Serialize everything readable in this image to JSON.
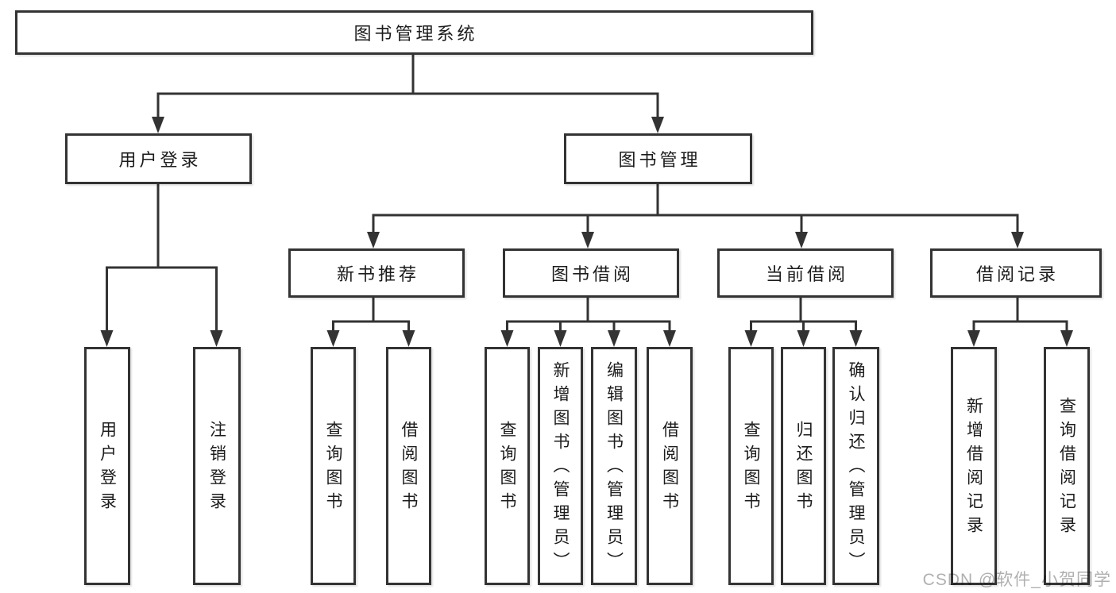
{
  "tree": {
    "label": "图书管理系统",
    "children": [
      {
        "label": "用户登录",
        "children": [
          {
            "label": "用户登录"
          },
          {
            "label": "注销登录"
          }
        ]
      },
      {
        "label": "图书管理",
        "children": [
          {
            "label": "新书推荐",
            "children": [
              {
                "label": "查询图书"
              },
              {
                "label": "借阅图书"
              }
            ]
          },
          {
            "label": "图书借阅",
            "children": [
              {
                "label": "查询图书"
              },
              {
                "label": "新增图书（管理员）"
              },
              {
                "label": "编辑图书（管理员）"
              },
              {
                "label": "借阅图书"
              }
            ]
          },
          {
            "label": "当前借阅",
            "children": [
              {
                "label": "查询图书"
              },
              {
                "label": "归还图书"
              },
              {
                "label": "确认归还（管理员）"
              }
            ]
          },
          {
            "label": "借阅记录",
            "children": [
              {
                "label": "新增借阅记录"
              },
              {
                "label": "查询借阅记录"
              }
            ]
          }
        ]
      }
    ]
  },
  "watermark": {
    "text": "CSDN @软件_小贺同学"
  },
  "colors": {
    "line": "#333333",
    "box_border": "#333333",
    "box_background": "#ffffff",
    "text": "#1c1c1c",
    "watermark": "#b0b0b0"
  }
}
